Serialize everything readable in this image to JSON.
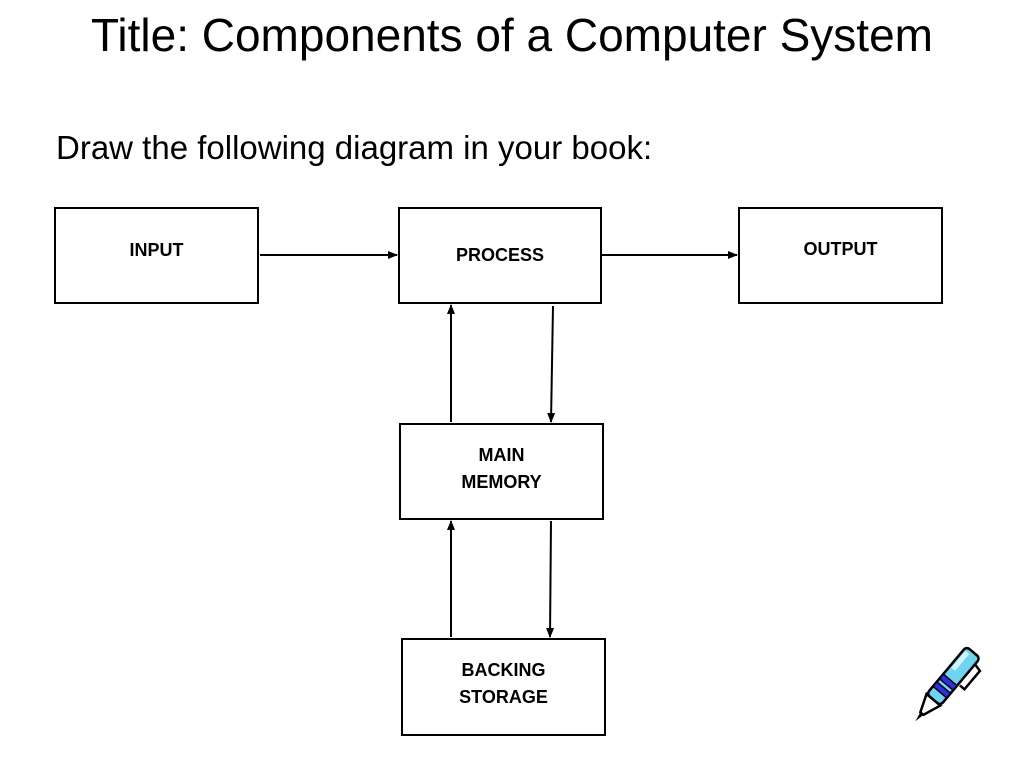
{
  "title": "Title: Components of a Computer System",
  "instruction": "Draw the following diagram in your book:",
  "diagram": {
    "input": [
      "INPUT"
    ],
    "process": [
      "PROCESS"
    ],
    "output": [
      "OUTPUT"
    ],
    "main_memory": [
      "MAIN",
      "MEMORY"
    ],
    "backing_storage": [
      "BACKING",
      "STORAGE"
    ]
  },
  "icons": {
    "pen": "pen-icon"
  },
  "colors": {
    "pen_body": "#6fd3f2",
    "pen_band": "#2e2ee8",
    "stroke": "#000000"
  }
}
